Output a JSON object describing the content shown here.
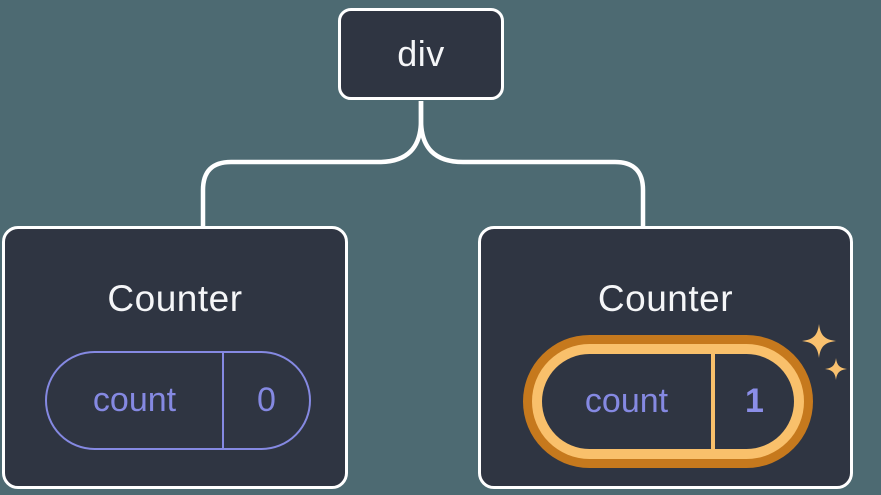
{
  "diagram": {
    "background_color": "#4D6A72",
    "root_node": {
      "label": "div"
    },
    "child_nodes": [
      {
        "title": "Counter",
        "state_pill": {
          "key": "count",
          "value": "0"
        },
        "highlighted": false
      },
      {
        "title": "Counter",
        "state_pill": {
          "key": "count",
          "value": "1"
        },
        "highlighted": true
      }
    ],
    "colors": {
      "node_fill": "#2F3542",
      "node_border": "#FFFFFF",
      "connector_line": "#FFFFFF",
      "state_accent": "#8589E2",
      "highlight_ring_outer": "#C6791D",
      "highlight_ring_inner": "#F9C06B",
      "sparkle": "#F9C16F"
    }
  }
}
